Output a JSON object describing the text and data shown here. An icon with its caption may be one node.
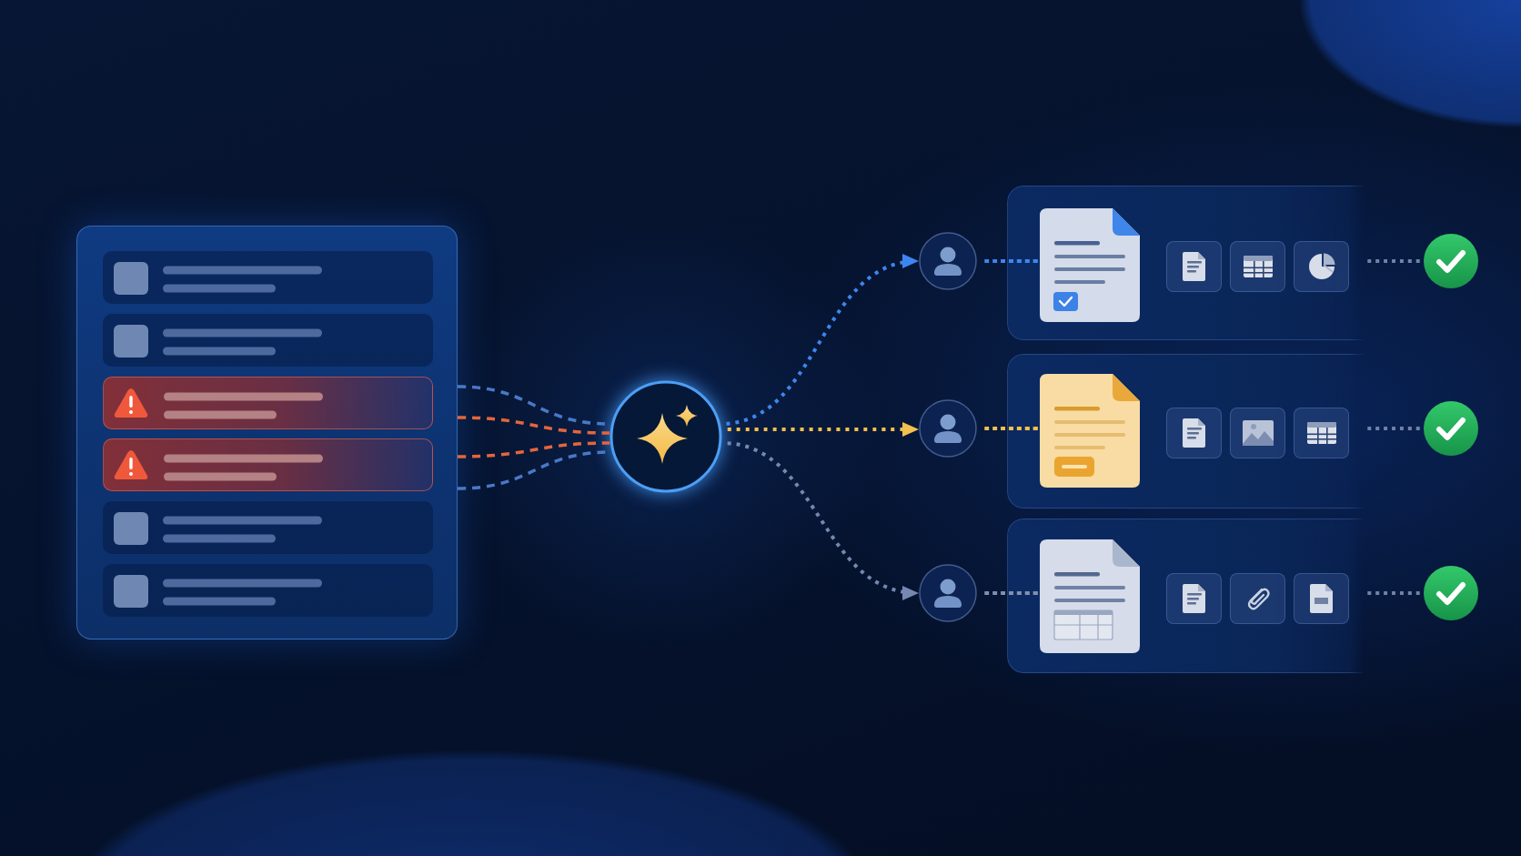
{
  "diagram": {
    "nodes": [
      {
        "text": [],
        "shape": "box"
      },
      {
        "text": [],
        "shape": "box",
        "in": 0
      },
      {
        "text": [],
        "shape": "box",
        "in": 0
      },
      {
        "text": [],
        "shape": "box",
        "in": 0
      },
      {
        "text": [],
        "shape": "box",
        "in": 0
      },
      {
        "text": [],
        "shape": "box",
        "in": 0
      },
      {
        "text": [],
        "shape": "box",
        "in": 0
      },
      {
        "text": [],
        "shape": "circle"
      },
      {
        "text": [],
        "shape": "person"
      },
      {
        "text": [],
        "shape": "box"
      },
      {
        "text": [],
        "shape": "document",
        "in": 9
      },
      {
        "text": [],
        "shape": "box",
        "in": 9
      },
      {
        "text": [],
        "shape": "box",
        "in": 9
      },
      {
        "text": [],
        "shape": "box",
        "in": 9
      },
      {
        "text": [],
        "shape": "circle"
      },
      {
        "text": [],
        "shape": "person"
      },
      {
        "text": [],
        "shape": "box"
      },
      {
        "text": [],
        "shape": "document",
        "in": 16
      },
      {
        "text": [],
        "shape": "box",
        "in": 16
      },
      {
        "text": [],
        "shape": "box",
        "in": 16
      },
      {
        "text": [],
        "shape": "box",
        "in": 16
      },
      {
        "text": [],
        "shape": "circle"
      },
      {
        "text": [],
        "shape": "person"
      },
      {
        "text": [],
        "shape": "box"
      },
      {
        "text": [],
        "shape": "document",
        "in": 23
      },
      {
        "text": [],
        "shape": "box",
        "in": 23
      },
      {
        "text": [],
        "shape": "box",
        "in": 23
      },
      {
        "text": [],
        "shape": "box",
        "in": 23
      },
      {
        "text": [],
        "shape": "circle"
      }
    ],
    "edges": [
      {
        "from": 0,
        "to": 7,
        "arrow": "none",
        "style": "dashed",
        "color": "#4a78c8"
      },
      {
        "from": 0,
        "to": 7,
        "arrow": "none",
        "style": "dashed",
        "color": "#e5653d"
      },
      {
        "from": 0,
        "to": 7,
        "arrow": "none",
        "style": "dashed",
        "color": "#e5653d"
      },
      {
        "from": 0,
        "to": 7,
        "arrow": "none",
        "style": "dashed",
        "color": "#4a78c8"
      },
      {
        "from": 7,
        "to": 8,
        "arrow": "to",
        "style": "dashed",
        "color": "#3d86f0"
      },
      {
        "from": 7,
        "to": 15,
        "arrow": "to",
        "style": "dashed",
        "color": "#f4c04e"
      },
      {
        "from": 7,
        "to": 22,
        "arrow": "to",
        "style": "dashed",
        "color": "#7488b0"
      },
      {
        "from": 8,
        "to": 10,
        "arrow": "none",
        "style": "dashed",
        "color": "#3d86f0"
      },
      {
        "from": 9,
        "to": 14,
        "arrow": "none",
        "style": "dashed",
        "color": "#7082a8"
      },
      {
        "from": 15,
        "to": 17,
        "arrow": "none",
        "style": "dashed",
        "color": "#f4c04e"
      },
      {
        "from": 16,
        "to": 21,
        "arrow": "none",
        "style": "dashed",
        "color": "#7082a8"
      },
      {
        "from": 22,
        "to": 24,
        "arrow": "none",
        "style": "dashed",
        "color": "#8090b0"
      },
      {
        "from": 23,
        "to": 28,
        "arrow": "none",
        "style": "dashed",
        "color": "#7082a8"
      }
    ]
  }
}
